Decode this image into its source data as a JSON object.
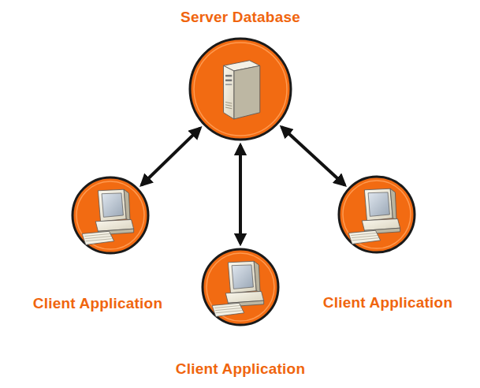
{
  "diagram": {
    "nodes": [
      {
        "text": [
          "Server Database"
        ]
      },
      {
        "text": [
          "Client Application"
        ]
      },
      {
        "text": [
          "Client Application"
        ]
      },
      {
        "text": [
          "Client Application"
        ]
      }
    ],
    "edges": [
      {
        "from": 0,
        "to": 1,
        "arrow": "both"
      },
      {
        "from": 0,
        "to": 2,
        "arrow": "both"
      },
      {
        "from": 0,
        "to": 3,
        "arrow": "both"
      }
    ]
  }
}
